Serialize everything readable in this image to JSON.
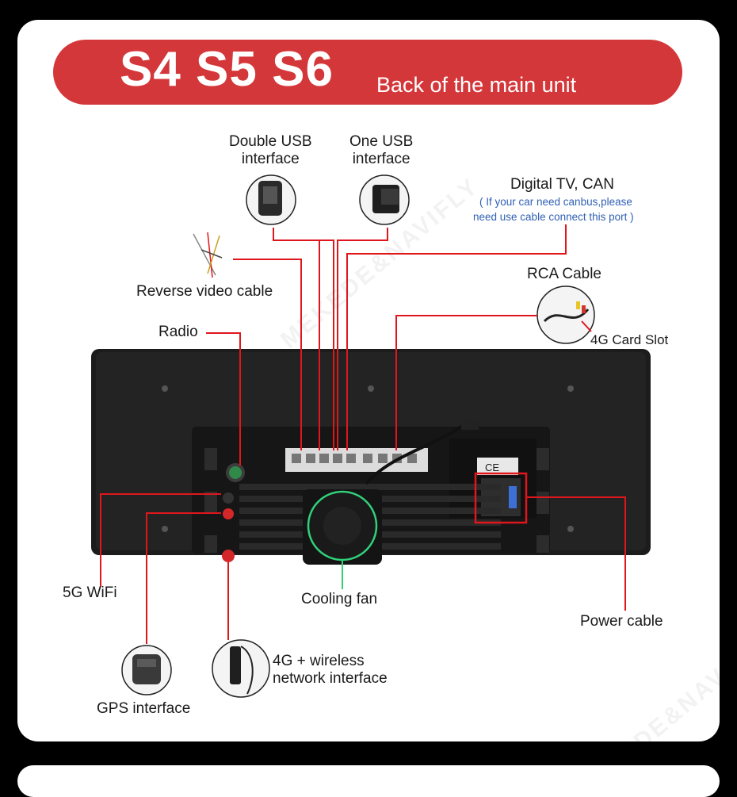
{
  "banner": {
    "models": "S4 S5 S6",
    "subtitle": "Back of the main unit"
  },
  "labels": {
    "double_usb": "Double USB\ninterface",
    "one_usb": "One USB\ninterface",
    "digital_tv": "Digital TV, CAN",
    "digital_tv_note_1": "( If your car need canbus,please",
    "digital_tv_note_2": "need use cable connect this port )",
    "rca": "RCA Cable",
    "card_slot": "4G Card Slot",
    "reverse_video": "Reverse video cable",
    "radio": "Radio",
    "wifi_5g": "5G WiFi",
    "cooling_fan": "Cooling fan",
    "power_cable": "Power cable",
    "gps": "GPS interface",
    "wireless_4g": "4G + wireless\nnetwork interface"
  },
  "unit": {
    "ce_mark": "CE"
  },
  "watermark": "MEKEDE&NAVIFLY",
  "colors": {
    "accent": "#d4373a",
    "line": "#e0161d",
    "note": "#2f5fb3",
    "fan_ring": "#31d17a"
  }
}
